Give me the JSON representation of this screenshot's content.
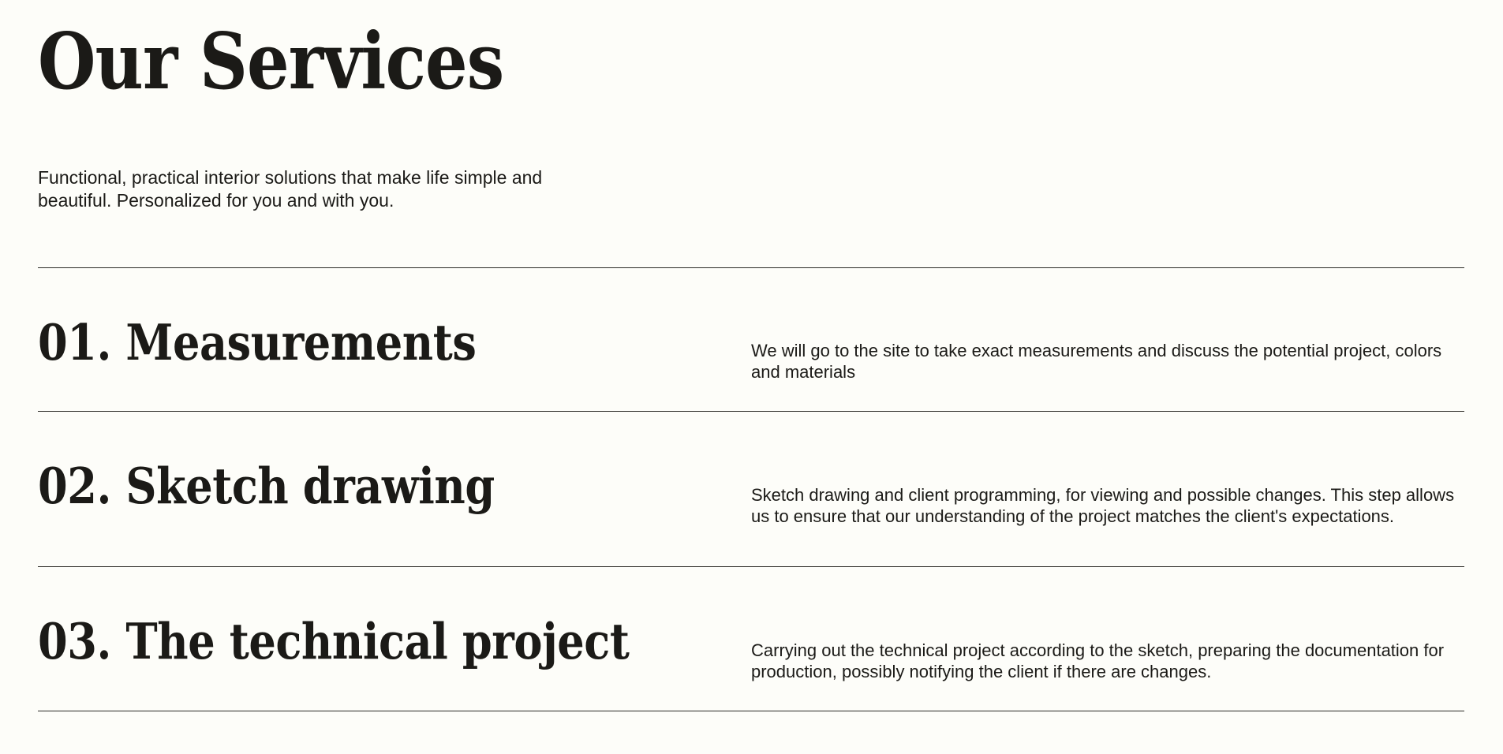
{
  "header": {
    "title": "Our Services",
    "intro": "Functional, practical interior solutions that make life simple and beautiful. Personalized for you and with you."
  },
  "services": [
    {
      "title": "01. Measurements",
      "description": "We will go to the site to take exact measurements and discuss the potential project, colors and materials"
    },
    {
      "title": "02. Sketch drawing",
      "description": "Sketch drawing and client programming, for viewing and possible changes. This step allows us to ensure that our understanding of the project matches the client's expectations."
    },
    {
      "title": "03. The technical project",
      "description": "Carrying out the technical project according to the sketch, preparing the documentation for production, possibly notifying the client if there are changes."
    }
  ]
}
